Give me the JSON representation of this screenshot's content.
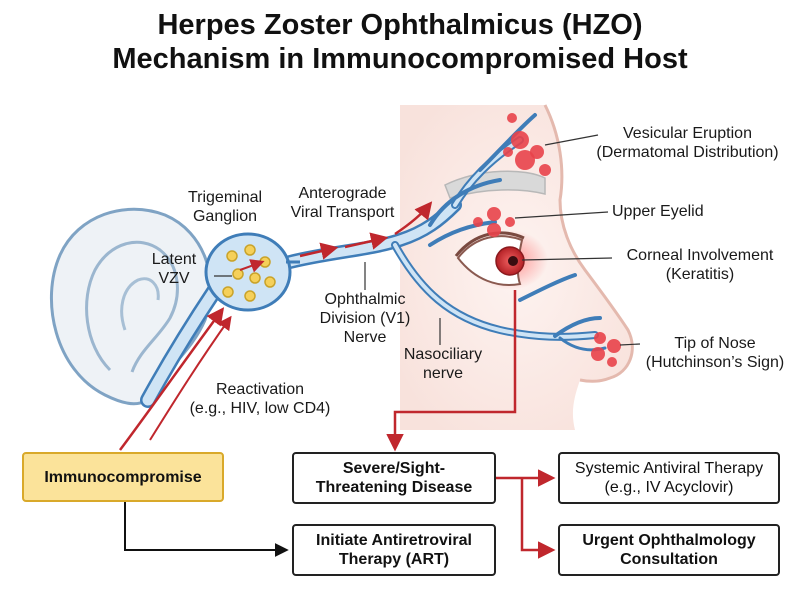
{
  "title": {
    "line1": "Herpes Zoster Ophthalmicus (HZO)",
    "line2": "Mechanism in Immunocompromised Host"
  },
  "labels": {
    "latent_vzv": [
      "Latent",
      "VZV"
    ],
    "trigeminal_ganglion": [
      "Trigeminal",
      "Ganglion"
    ],
    "anterograde_transport": [
      "Anterograde",
      "Viral Transport"
    ],
    "ophthalmic_division": [
      "Ophthalmic",
      "Division (V1)",
      "Nerve"
    ],
    "nasociliary_nerve": [
      "Nasociliary",
      "nerve"
    ],
    "reactivation": [
      "Reactivation",
      "(e.g., HIV, low CD4)"
    ],
    "vesicular_eruption": [
      "Vesicular Eruption",
      "(Dermatomal Distribution)"
    ],
    "upper_eyelid": [
      "Upper Eyelid"
    ],
    "corneal_involvement": [
      "Corneal Involvement",
      "(Keratitis)"
    ],
    "tip_of_nose": [
      "Tip of Nose",
      "(Hutchinson’s Sign)"
    ]
  },
  "boxes": {
    "immunocompromise": [
      "Immunocompromise"
    ],
    "severe_disease": [
      "Severe/Sight-",
      "Threatening Disease"
    ],
    "art": [
      "Initiate Antiretroviral",
      "Therapy (ART)"
    ],
    "systemic_antiviral": [
      "Systemic Antiviral Therapy",
      "(e.g., IV Acyclovir)"
    ],
    "ophthalmology": [
      "Urgent Ophthalmology",
      "Consultation"
    ]
  },
  "colors": {
    "nerve": "#3f7db8",
    "nerve_fill": "#cfe4f5",
    "arrow_red": "#c0272d",
    "vesicle": "#e8424a",
    "highlight_box": "#fbe39a"
  }
}
